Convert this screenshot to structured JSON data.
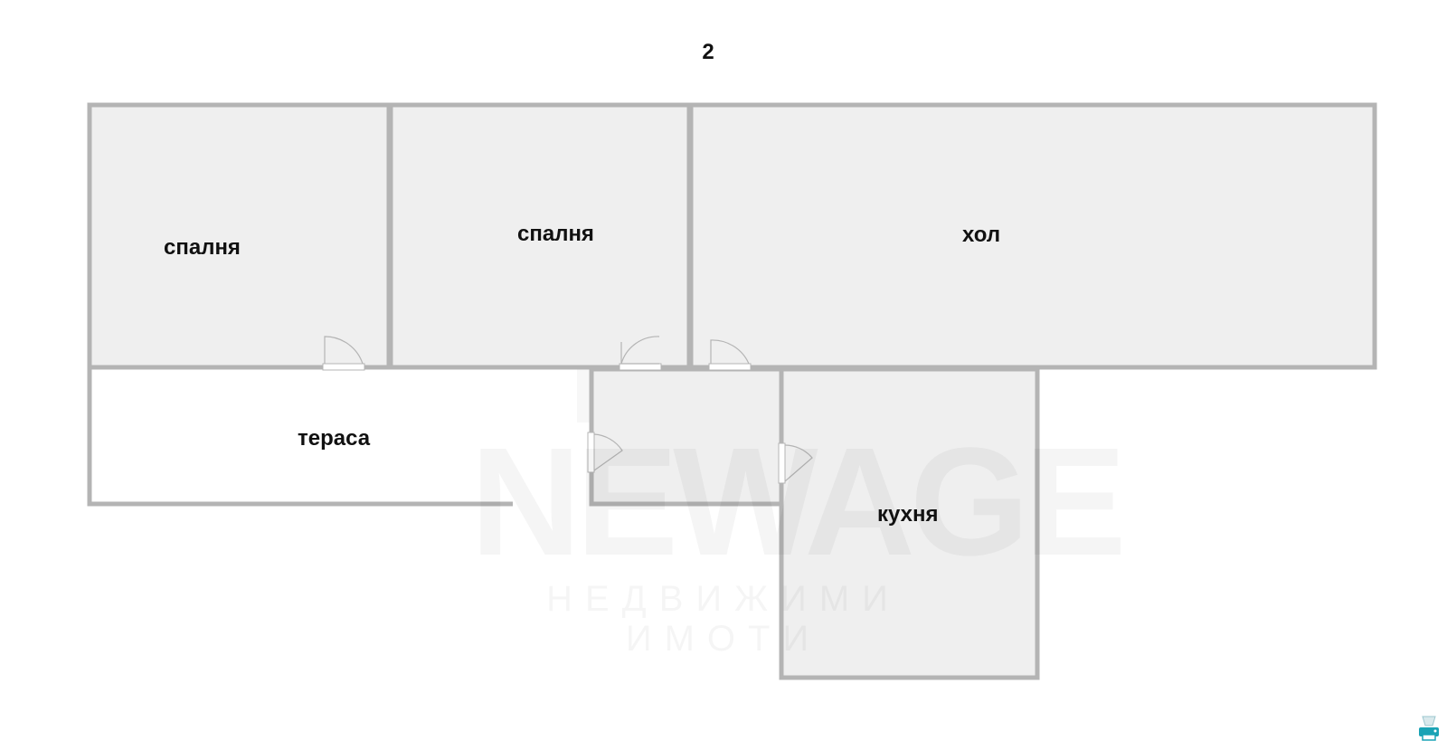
{
  "floor": {
    "label": "2"
  },
  "rooms": [
    {
      "id": "bedroom-1",
      "label": "спалня"
    },
    {
      "id": "bedroom-2",
      "label": "спалня"
    },
    {
      "id": "living",
      "label": "хол"
    },
    {
      "id": "terrace",
      "label": "тераса"
    },
    {
      "id": "corridor",
      "label": ""
    },
    {
      "id": "kitchen",
      "label": "кухня"
    }
  ],
  "watermark": {
    "brand": "NEWAGE",
    "subtitle": "НЕДВИЖИМИ ИМОТИ"
  },
  "colors": {
    "wall": "#b4b4b4",
    "room_fill": "#efefef",
    "terrace_fill": "#ffffff",
    "text": "#111111",
    "icon_accent": "#1aa3b5"
  },
  "icons": {
    "corner": "printer-icon"
  }
}
